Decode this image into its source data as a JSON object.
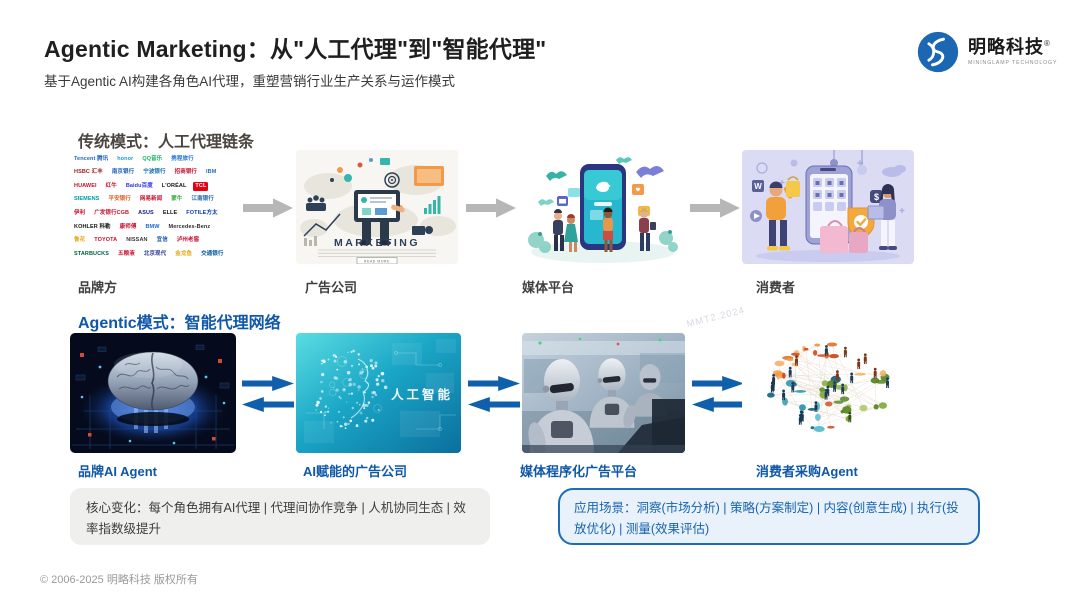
{
  "page": {
    "title": "Agentic Marketing：从\"人工代理\"到\"智能代理\"",
    "subtitle": "基于Agentic AI构建各角色AI代理，重塑营销行业生产关系与运作模式",
    "footer": "© 2006-2025 明略科技 版权所有"
  },
  "logo": {
    "name": "明略科技",
    "reg": "®",
    "tagline": "MININGLAMP TECHNOLOGY"
  },
  "watermark": {
    "text": "MMT2.2024"
  },
  "traditional": {
    "header": "传统模式：人工代理链条",
    "labels": [
      "品牌方",
      "广告公司",
      "媒体平台",
      "消费者"
    ],
    "brands": [
      {
        "t": "Tencent 腾讯",
        "c": "#2064c8"
      },
      {
        "t": "honor",
        "c": "#1a9ae0"
      },
      {
        "t": "QQ音乐",
        "c": "#12b45a"
      },
      {
        "t": "携程旅行",
        "c": "#2577e3"
      },
      {
        "t": "HSBC 汇丰",
        "c": "#9e1b1b"
      },
      {
        "t": "南京银行",
        "c": "#1b5fb0"
      },
      {
        "t": "宁波银行",
        "c": "#0f6cb3"
      },
      {
        "t": "招商银行",
        "c": "#c8102e"
      },
      {
        "t": "IBM",
        "c": "#1f70c1"
      },
      {
        "t": "HUAWEI",
        "c": "#cf0a2c"
      },
      {
        "t": "红牛",
        "c": "#c8102e"
      },
      {
        "t": "Baidu百度",
        "c": "#2932e1"
      },
      {
        "t": "L'ORÉAL",
        "c": "#141414"
      },
      {
        "t": "TCL",
        "c": "#ffffff",
        "bg": "#e60012"
      },
      {
        "t": "SIEMENS",
        "c": "#009999"
      },
      {
        "t": "平安银行",
        "c": "#e05a1e"
      },
      {
        "t": "网易新闻",
        "c": "#c8102e"
      },
      {
        "t": "蒙牛",
        "c": "#3aaa35"
      },
      {
        "t": "江南银行",
        "c": "#1b5fb0"
      },
      {
        "t": "伊利",
        "c": "#c8102e"
      },
      {
        "t": "广发银行CGB",
        "c": "#c8102e"
      },
      {
        "t": "ASUS",
        "c": "#13227a"
      },
      {
        "t": "ELLE",
        "c": "#141414"
      },
      {
        "t": "FOTILE方太",
        "c": "#0a3da8"
      },
      {
        "t": "KOHLER 科勒",
        "c": "#141414"
      },
      {
        "t": "康师傅",
        "c": "#c8102e"
      },
      {
        "t": "BMW",
        "c": "#1c69d4"
      },
      {
        "t": "Mercedes-Benz",
        "c": "#2e2e2e"
      },
      {
        "t": "鲁花",
        "c": "#e6a817"
      },
      {
        "t": "TOYOTA",
        "c": "#c8102e"
      },
      {
        "t": "NISSAN",
        "c": "#3a3a3a"
      },
      {
        "t": "宜信",
        "c": "#1b5fb0"
      },
      {
        "t": "泸州老窖",
        "c": "#c8102e"
      },
      {
        "t": "STARBUCKS",
        "c": "#006241"
      },
      {
        "t": "五粮液",
        "c": "#c8102e"
      },
      {
        "t": "北京现代",
        "c": "#2b3990"
      },
      {
        "t": "金龙鱼",
        "c": "#e6a817"
      },
      {
        "t": "交通银行",
        "c": "#00539f"
      }
    ]
  },
  "agentic": {
    "header": "Agentic模式：智能代理网络",
    "labels": [
      "品牌AI Agent",
      "AI赋能的广告公司",
      "媒体程序化广告平台",
      "消费者采购Agent"
    ],
    "globe": {
      "orange": [
        "#e0691c",
        "#ef9b43",
        "#cf4a1f",
        "#f2b269"
      ],
      "teal": [
        "#2a93a8",
        "#15697f",
        "#58bccb",
        "#1f5d78"
      ],
      "green": [
        "#7ca62f",
        "#a9c25c",
        "#55831f",
        "#8fb03f"
      ],
      "figures": {
        "o": "#7a3a16",
        "t": "#163a52",
        "g": "#30511c",
        "n": "#1c3d5a"
      },
      "line": "#c2a989"
    }
  },
  "illustrations": {
    "marketing_title": "MARKETING",
    "read_more": "READ MORE",
    "ai_text": "人工智能",
    "dollar_badge": "$",
    "w_badge": "W"
  },
  "boxes": {
    "core_change": "核心变化：每个角色拥有AI代理 | 代理间协作竞争 | 人机协同生态 | 效率指数级提升",
    "scenarios": "应用场景：洞察(市场分析) | 策略(方案制定) | 内容(创意生成) | 执行(投放优化) | 测量(效果评估)"
  },
  "colors": {
    "accent_blue": "#0f5fad",
    "section_blue": "#0f57a8",
    "arrow_gray": "#b7b7b7",
    "box_border_blue": "#1e6cb5"
  }
}
